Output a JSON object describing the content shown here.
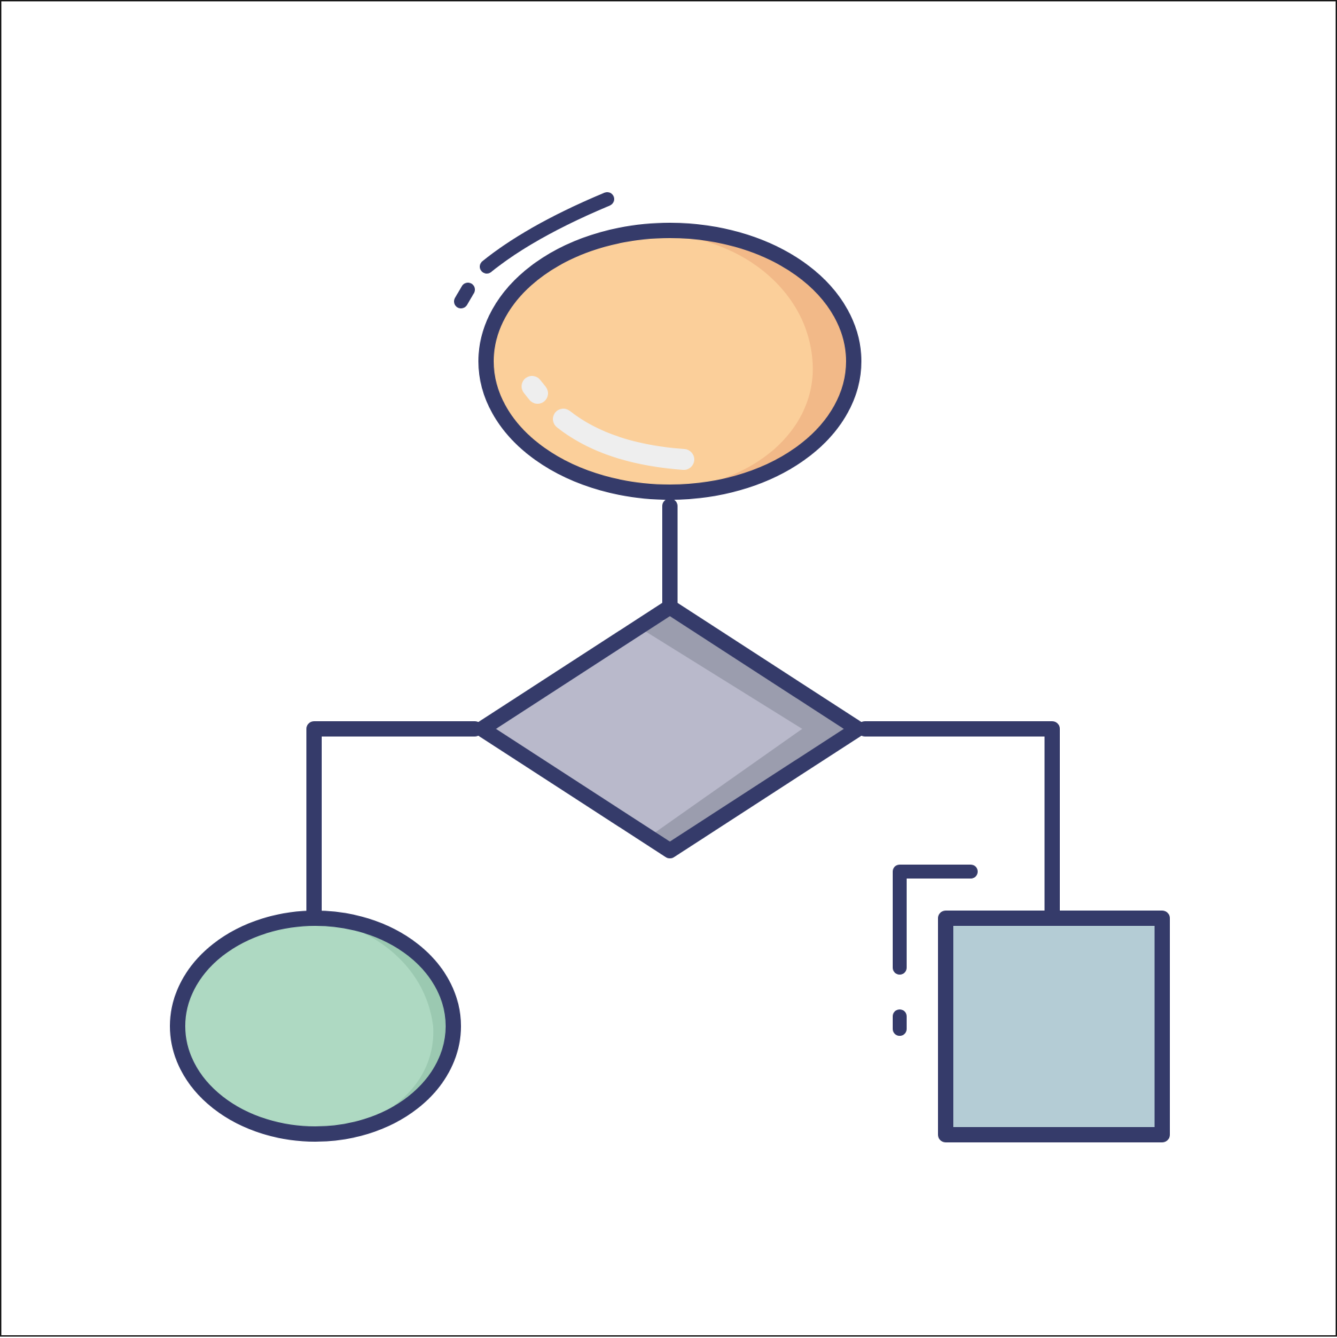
{
  "diagram": {
    "kind": "flowchart-icon",
    "colors": {
      "outline": "#353B6A",
      "start_fill": "#FBCF9A",
      "start_shade": "#F2B988",
      "highlight": "#EEEEEE",
      "decision_fill": "#B9B9CB",
      "decision_shade": "#9B9DAE",
      "end_fill": "#AED9C2",
      "end_shade": "#9BC9B1",
      "process_fill": "#B4CCD5",
      "background": "#FFFFFF",
      "frame": "#1A1A1A"
    },
    "nodes": [
      {
        "id": "start",
        "shape": "ellipse",
        "label": ""
      },
      {
        "id": "decision",
        "shape": "diamond",
        "label": ""
      },
      {
        "id": "end",
        "shape": "ellipse",
        "label": ""
      },
      {
        "id": "process",
        "shape": "rectangle",
        "label": ""
      }
    ],
    "edges": [
      {
        "from": "start",
        "to": "decision"
      },
      {
        "from": "decision",
        "to": "end"
      },
      {
        "from": "decision",
        "to": "process"
      }
    ]
  }
}
